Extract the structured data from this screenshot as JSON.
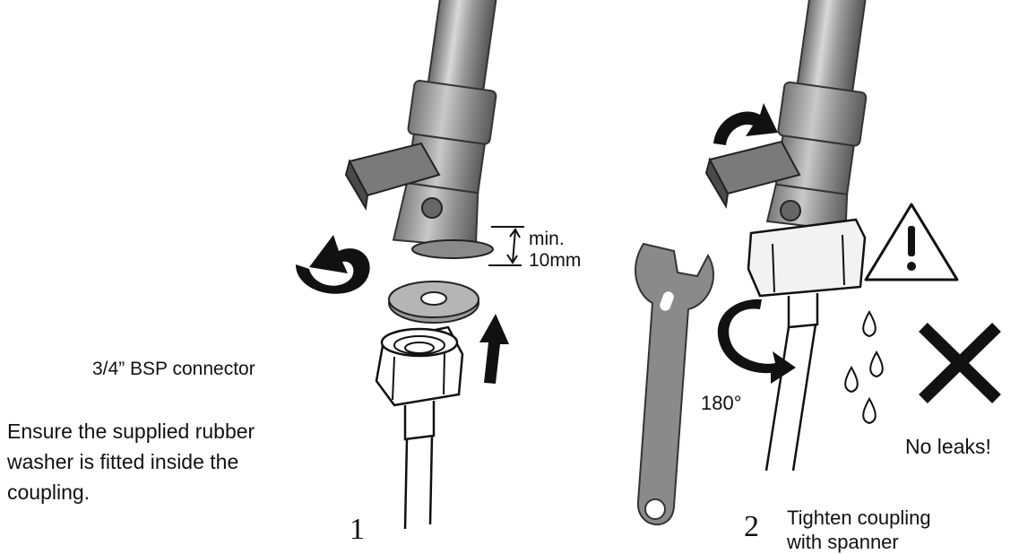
{
  "step1": {
    "number": "1",
    "connector_label": "3/4” BSP connector",
    "washer_note": [
      "Ensure the supplied rubber",
      "washer is fitted inside the",
      "coupling."
    ],
    "gap_label": [
      "min.",
      "10mm"
    ]
  },
  "step2": {
    "number": "2",
    "rotation_label": "180°",
    "instruction": [
      "Tighten coupling",
      "with spanner"
    ],
    "result_label": "No leaks!"
  }
}
